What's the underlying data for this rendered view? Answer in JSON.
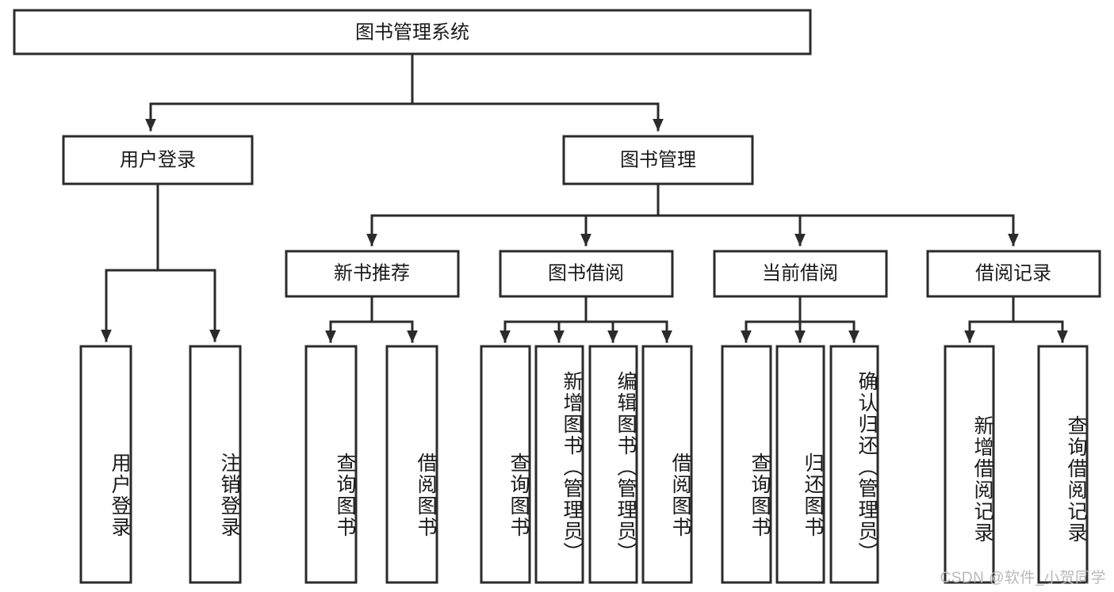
{
  "diagram": {
    "title": "图书管理系统",
    "type": "tree-hierarchy-chart",
    "root": {
      "label": "图书管理系统"
    },
    "level2": [
      {
        "label": "用户登录"
      },
      {
        "label": "图书管理"
      }
    ],
    "level3": [
      {
        "label": "新书推荐"
      },
      {
        "label": "图书借阅"
      },
      {
        "label": "当前借阅"
      },
      {
        "label": "借阅记录"
      }
    ],
    "leaves_user_login": [
      {
        "label": "用户登录"
      },
      {
        "label": "注销登录"
      }
    ],
    "leaves_new_book": [
      {
        "label": "查询图书"
      },
      {
        "label": "借阅图书"
      }
    ],
    "leaves_borrow_book": [
      {
        "label": "查询图书"
      },
      {
        "label": "新增图书（管理员）"
      },
      {
        "label": "编辑图书（管理员）"
      },
      {
        "label": "借阅图书"
      }
    ],
    "leaves_current_borrow": [
      {
        "label": "查询图书"
      },
      {
        "label": "归还图书"
      },
      {
        "label": "确认归还（管理员）"
      }
    ],
    "leaves_borrow_record": [
      {
        "label": "新增借阅记录"
      },
      {
        "label": "查询借阅记录"
      }
    ]
  },
  "watermark": {
    "text": "CSDN @软件_小贺同学"
  },
  "colors": {
    "stroke": "#2b2b2b",
    "box_fill": "#ffffff",
    "text": "#1a1a1a",
    "watermark": "#b9b9b9",
    "background": "#ffffff"
  }
}
